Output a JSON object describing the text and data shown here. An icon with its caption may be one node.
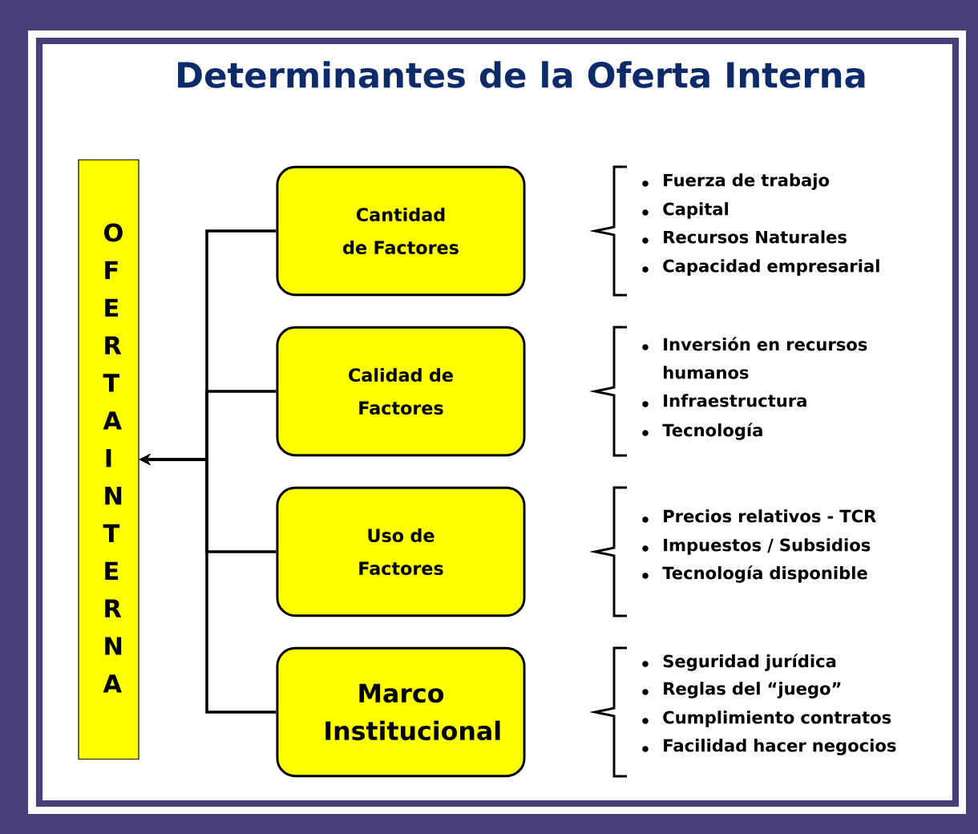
{
  "diagram": {
    "title": "Determinantes de la Oferta Interna",
    "nodes": [
      {
        "text": [
          "OFERTA INTERNA"
        ]
      },
      {
        "text": [
          "Cantidad de Factores"
        ],
        "beside": [
          "Fuerza de trabajo",
          "Capital",
          "Recursos Naturales",
          "Capacidad empresarial"
        ]
      },
      {
        "text": [
          "Calidad de Factores"
        ],
        "beside": [
          "Inversión en recursos humanos",
          "Infraestructura",
          "Tecnología"
        ]
      },
      {
        "text": [
          "Uso de Factores"
        ],
        "beside": [
          "Precios relativos - TCR",
          "Impuestos / Subsidios",
          "Tecnología disponible"
        ]
      },
      {
        "text": [
          "Marco Institucional"
        ],
        "beside": [
          "Seguridad jurídica",
          "Reglas del “juego”",
          "Cumplimiento contratos",
          "Facilidad hacer negocios"
        ]
      }
    ],
    "edges": [
      {
        "from": 1,
        "to": 0,
        "arrow": "to"
      },
      {
        "from": 2,
        "to": 0,
        "arrow": "to"
      },
      {
        "from": 3,
        "to": 0,
        "arrow": "to"
      },
      {
        "from": 4,
        "to": 0,
        "arrow": "to"
      }
    ]
  }
}
